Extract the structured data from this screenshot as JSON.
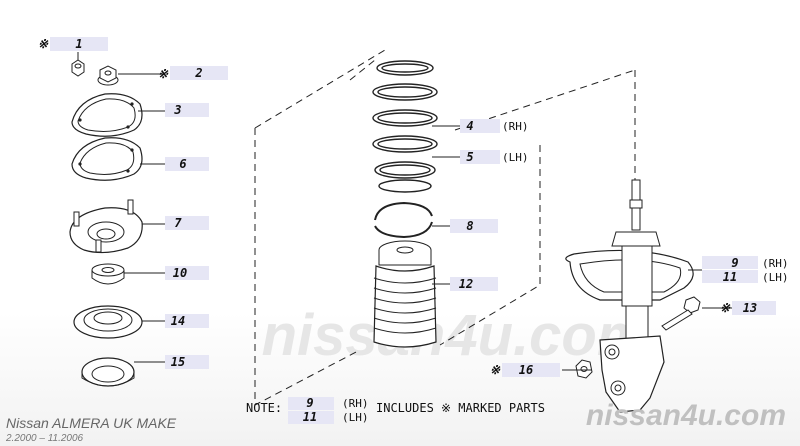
{
  "parts": [
    {
      "id": "p1",
      "num": "1",
      "marked": true,
      "side": ""
    },
    {
      "id": "p2",
      "num": "2",
      "marked": true,
      "side": ""
    },
    {
      "id": "p3",
      "num": "3",
      "marked": false,
      "side": ""
    },
    {
      "id": "p6",
      "num": "6",
      "marked": false,
      "side": ""
    },
    {
      "id": "p7",
      "num": "7",
      "marked": false,
      "side": ""
    },
    {
      "id": "p10",
      "num": "10",
      "marked": false,
      "side": ""
    },
    {
      "id": "p14",
      "num": "14",
      "marked": false,
      "side": ""
    },
    {
      "id": "p15",
      "num": "15",
      "marked": false,
      "side": ""
    },
    {
      "id": "p4",
      "num": "4",
      "marked": false,
      "side": "(RH)"
    },
    {
      "id": "p5",
      "num": "5",
      "marked": false,
      "side": "(LH)"
    },
    {
      "id": "p8",
      "num": "8",
      "marked": false,
      "side": ""
    },
    {
      "id": "p12",
      "num": "12",
      "marked": false,
      "side": ""
    },
    {
      "id": "p9",
      "num": "9",
      "marked": false,
      "side": "(RH)"
    },
    {
      "id": "p11",
      "num": "11",
      "marked": false,
      "side": "(LH)"
    },
    {
      "id": "p13",
      "num": "13",
      "marked": true,
      "side": ""
    },
    {
      "id": "p16",
      "num": "16",
      "marked": true,
      "side": ""
    }
  ],
  "note": {
    "prefix": "NOTE:",
    "num_rh": "9",
    "side_rh": "(RH)",
    "num_lh": "11",
    "side_lh": "(LH)",
    "text": "INCLUDES ※ MARKED PARTS"
  },
  "mark_symbol": "※",
  "model": {
    "title": "Nissan ALMERA UK MAKE",
    "years": "2.2000 – 11.2006"
  },
  "watermark": "nissan4u.com",
  "colors": {
    "label_box": "#e6e6f5",
    "line": "#222222",
    "watermark": "#c8c8c8"
  }
}
